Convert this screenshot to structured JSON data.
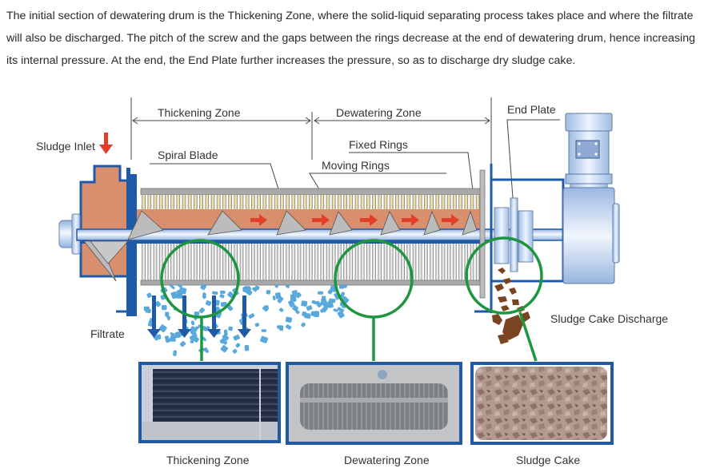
{
  "intro_text": "The initial section of dewatering drum is the Thickening Zone, where the solid-liquid separating process takes place and where the filtrate will also be discharged. The pitch of the screw and the gaps between the rings decrease at the end of dewatering drum, hence increasing its internal pressure. At the end, the End Plate further increases the pressure, so as to discharge dry sludge cake.",
  "labels": {
    "thickening_zone": "Thickening Zone",
    "dewatering_zone": "Dewatering Zone",
    "end_plate": "End Plate",
    "sludge_inlet": "Sludge Inlet",
    "spiral_blade": "Spiral Blade",
    "fixed_rings": "Fixed Rings",
    "moving_rings": "Moving Rings",
    "filtrate": "Filtrate",
    "sludge_cake_discharge": "Sludge Cake Discharge"
  },
  "photos": [
    {
      "caption": "Thickening Zone",
      "kind": "thickening-zone-photo"
    },
    {
      "caption": "Dewatering Zone",
      "kind": "dewatering-zone-photo"
    },
    {
      "caption": "Sludge Cake",
      "kind": "sludge-cake-photo"
    }
  ],
  "colors": {
    "frame_blue": "#1f5aa6",
    "sludge": "#d98f6e",
    "ring_fill": "#f3dfa6",
    "magnifier_green": "#1e9640",
    "filtrate_blue": "#5aa9dc",
    "flow_arrow_red": "#e0402a",
    "cake_brown": "#7a4421",
    "motor_blue": "#a9c3e6"
  }
}
